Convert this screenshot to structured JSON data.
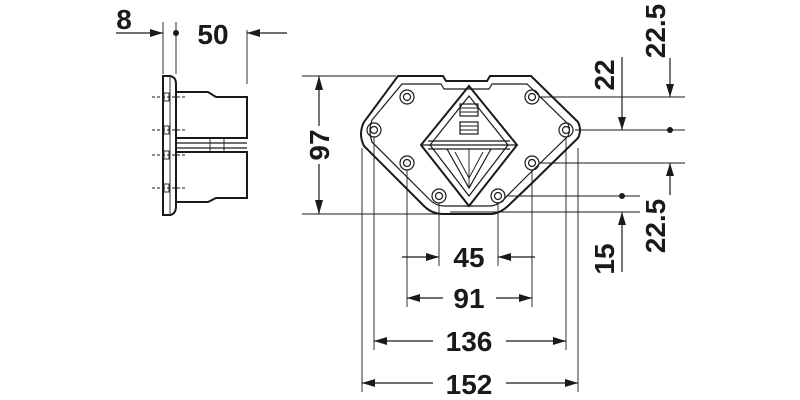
{
  "dimensions": {
    "thickness": "8",
    "depth": "50",
    "height": "97",
    "offset_top_22_5": "22.5",
    "offset_22": "22",
    "offset_bottom_22_5": "22.5",
    "offset_15": "15",
    "hole_45": "45",
    "hole_91": "91",
    "hole_136": "136",
    "width_152": "152"
  },
  "colors": {
    "line": "#1a1a1a",
    "background": "#ffffff"
  }
}
